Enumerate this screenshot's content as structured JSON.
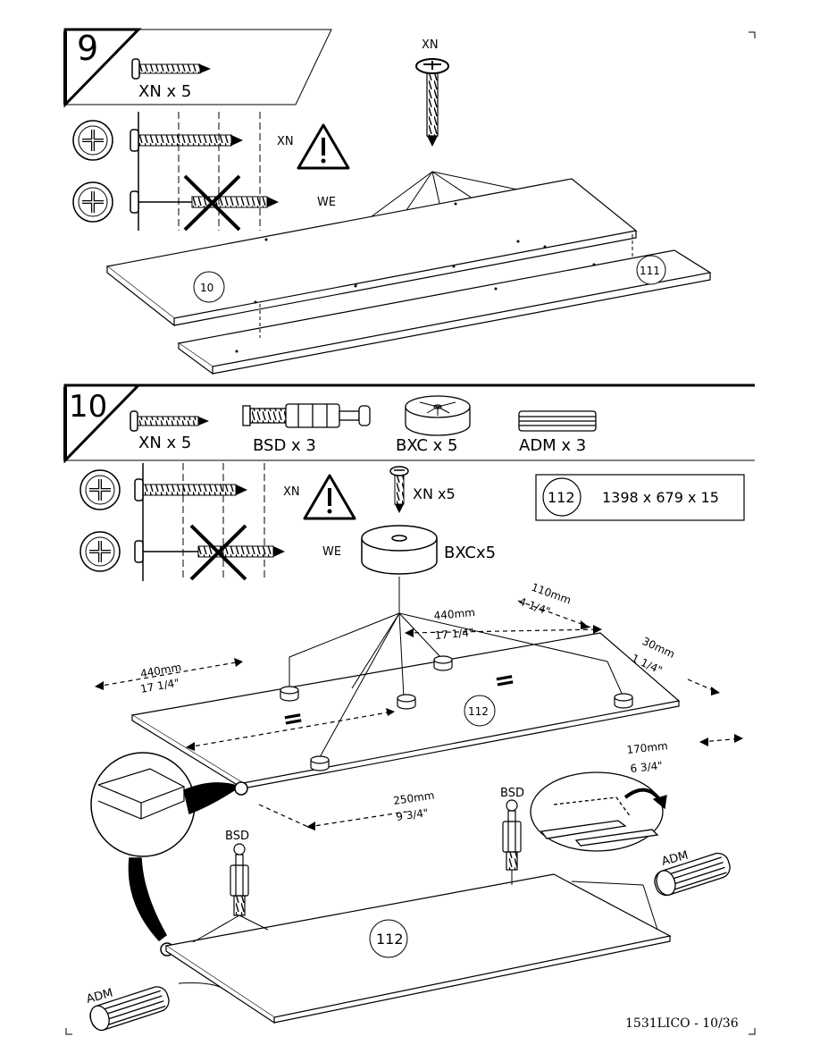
{
  "step9": {
    "number": "9",
    "part": "XN",
    "qty_label": "XN x  5",
    "warning_label": "XN",
    "wrong_label": "WE",
    "panel_a": "10",
    "panel_b": "111"
  },
  "step10": {
    "number": "10",
    "parts": [
      {
        "id": "XN",
        "label": "XN x  5"
      },
      {
        "id": "BSD",
        "label": "BSD x  3"
      },
      {
        "id": "BXC",
        "label": "BXC x  5"
      },
      {
        "id": "ADM",
        "label": "ADM x 3"
      }
    ],
    "warning_label": "XN",
    "wrong_label": "WE",
    "callout_screw": "XN x5",
    "callout_foot": "BXCx5",
    "panel_spec_id": "112",
    "panel_spec_dims": "1398 x 679 x 15",
    "panel_id": "112",
    "panel_id_bottom": "112",
    "dims": {
      "d440a_mm": "440mm",
      "d440a_in": "17 1/4\"",
      "d440b_mm": "440mm",
      "d440b_in": "17 1/4\"",
      "d110_mm": "110mm",
      "d110_in": "4 1/4\"",
      "d30_mm": "30mm",
      "d30_in": "1 1/4\"",
      "d170_mm": "170mm",
      "d170_in": "6 3/4\"",
      "d250_mm": "250mm",
      "d250_in": "9 3/4\""
    },
    "equal_sign": "=",
    "bsd_label_1": "BSD",
    "bsd_label_2": "BSD",
    "adm_label_1": "ADM",
    "adm_label_2": "ADM"
  },
  "footer": {
    "page": "1531LICO - 10/36"
  }
}
